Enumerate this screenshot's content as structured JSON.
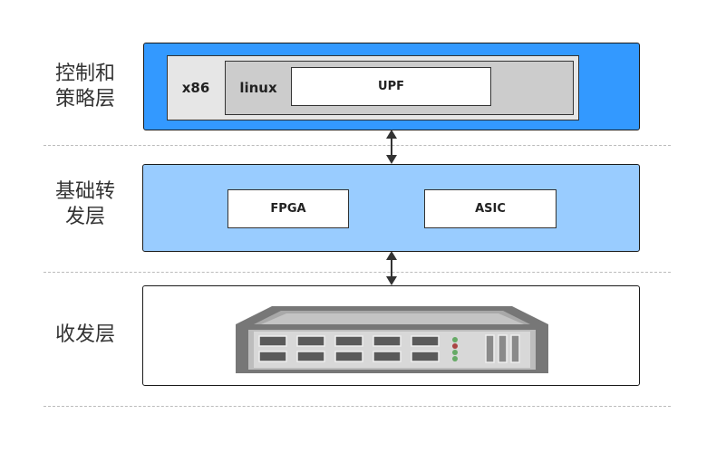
{
  "layers": {
    "control": {
      "label_line1": "控制和",
      "label_line2": "策略层",
      "color": "#3399FF",
      "x86_label": "x86",
      "linux_label": "linux",
      "upf_label": "UPF"
    },
    "forwarding": {
      "label_line1": "基础转",
      "label_line2": "发层",
      "color": "#99CCFF",
      "fpga_label": "FPGA",
      "asic_label": "ASIC"
    },
    "transceiver": {
      "label": "收发层",
      "device_icon": "network-switch-icon"
    }
  }
}
